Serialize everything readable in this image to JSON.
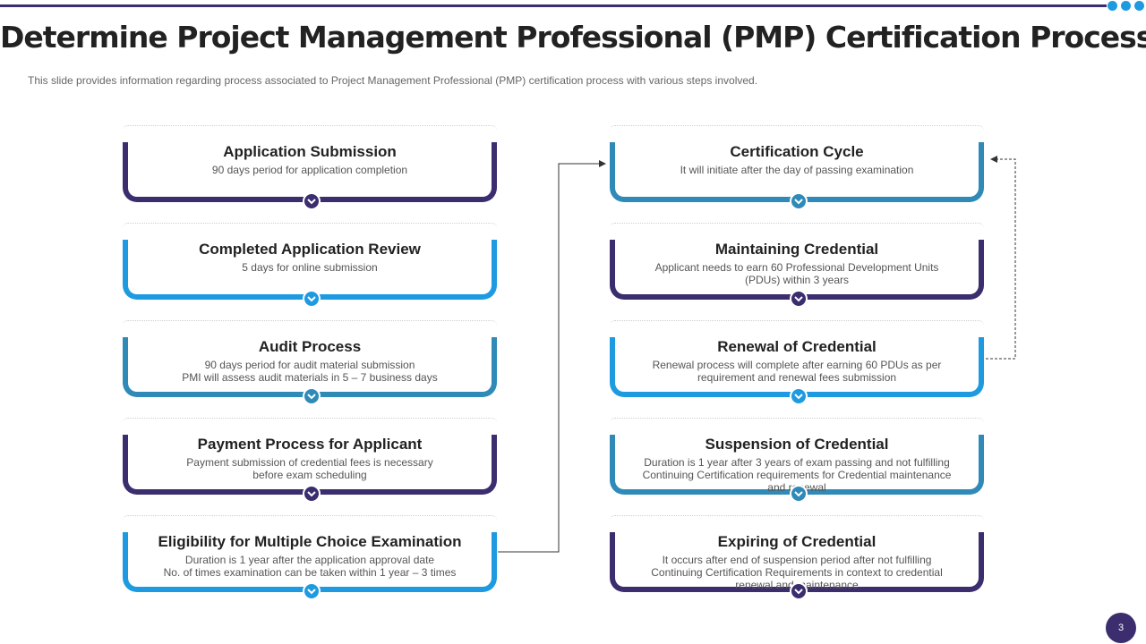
{
  "title": "Determine Project Management Professional (PMP) Certification Process",
  "subtitle": "This slide provides information regarding process associated to Project Management Professional (PMP) certification process with various steps involved.",
  "page_number": "3",
  "colors": {
    "navy": "#3b2d6e",
    "blue": "#1e9be0",
    "teal": "#2f8ab8"
  },
  "left_steps": [
    {
      "title": "Application Submission",
      "desc": "90 days period for application completion",
      "color": "#3b2d6e"
    },
    {
      "title": "Completed Application Review",
      "desc": "5 days for online submission",
      "color": "#1e9be0"
    },
    {
      "title": "Audit Process",
      "desc": "90 days period for audit material submission\nPMI  will assess audit materials in 5 – 7 business days",
      "color": "#2f8ab8"
    },
    {
      "title": "Payment Process for Applicant",
      "desc": "Payment submission of credential fees is necessary\nbefore exam scheduling",
      "color": "#3b2d6e"
    },
    {
      "title": "Eligibility for Multiple Choice Examination",
      "desc": "Duration is 1 year after the application approval date\nNo. of times examination can be taken within 1 year – 3 times",
      "color": "#1e9be0"
    }
  ],
  "right_steps": [
    {
      "title": "Certification Cycle",
      "desc": "It will initiate after the day of passing examination",
      "color": "#2f8ab8"
    },
    {
      "title": "Maintaining Credential",
      "desc": "Applicant needs to earn 60 Professional Development Units\n(PDUs) within 3 years",
      "color": "#3b2d6e"
    },
    {
      "title": "Renewal of Credential",
      "desc": "Renewal process will complete after earning 60 PDUs as per\nrequirement and renewal fees submission",
      "color": "#1e9be0"
    },
    {
      "title": "Suspension of Credential",
      "desc": "Duration is 1 year after 3 years of exam passing and not fulfilling\nContinuing Certification requirements for Credential maintenance\nand renewal",
      "color": "#2f8ab8"
    },
    {
      "title": "Expiring of Credential",
      "desc": "It occurs after end of suspension period after not fulfilling\nContinuing Certification Requirements in context to credential\nrenewal and maintenance",
      "color": "#3b2d6e"
    }
  ]
}
